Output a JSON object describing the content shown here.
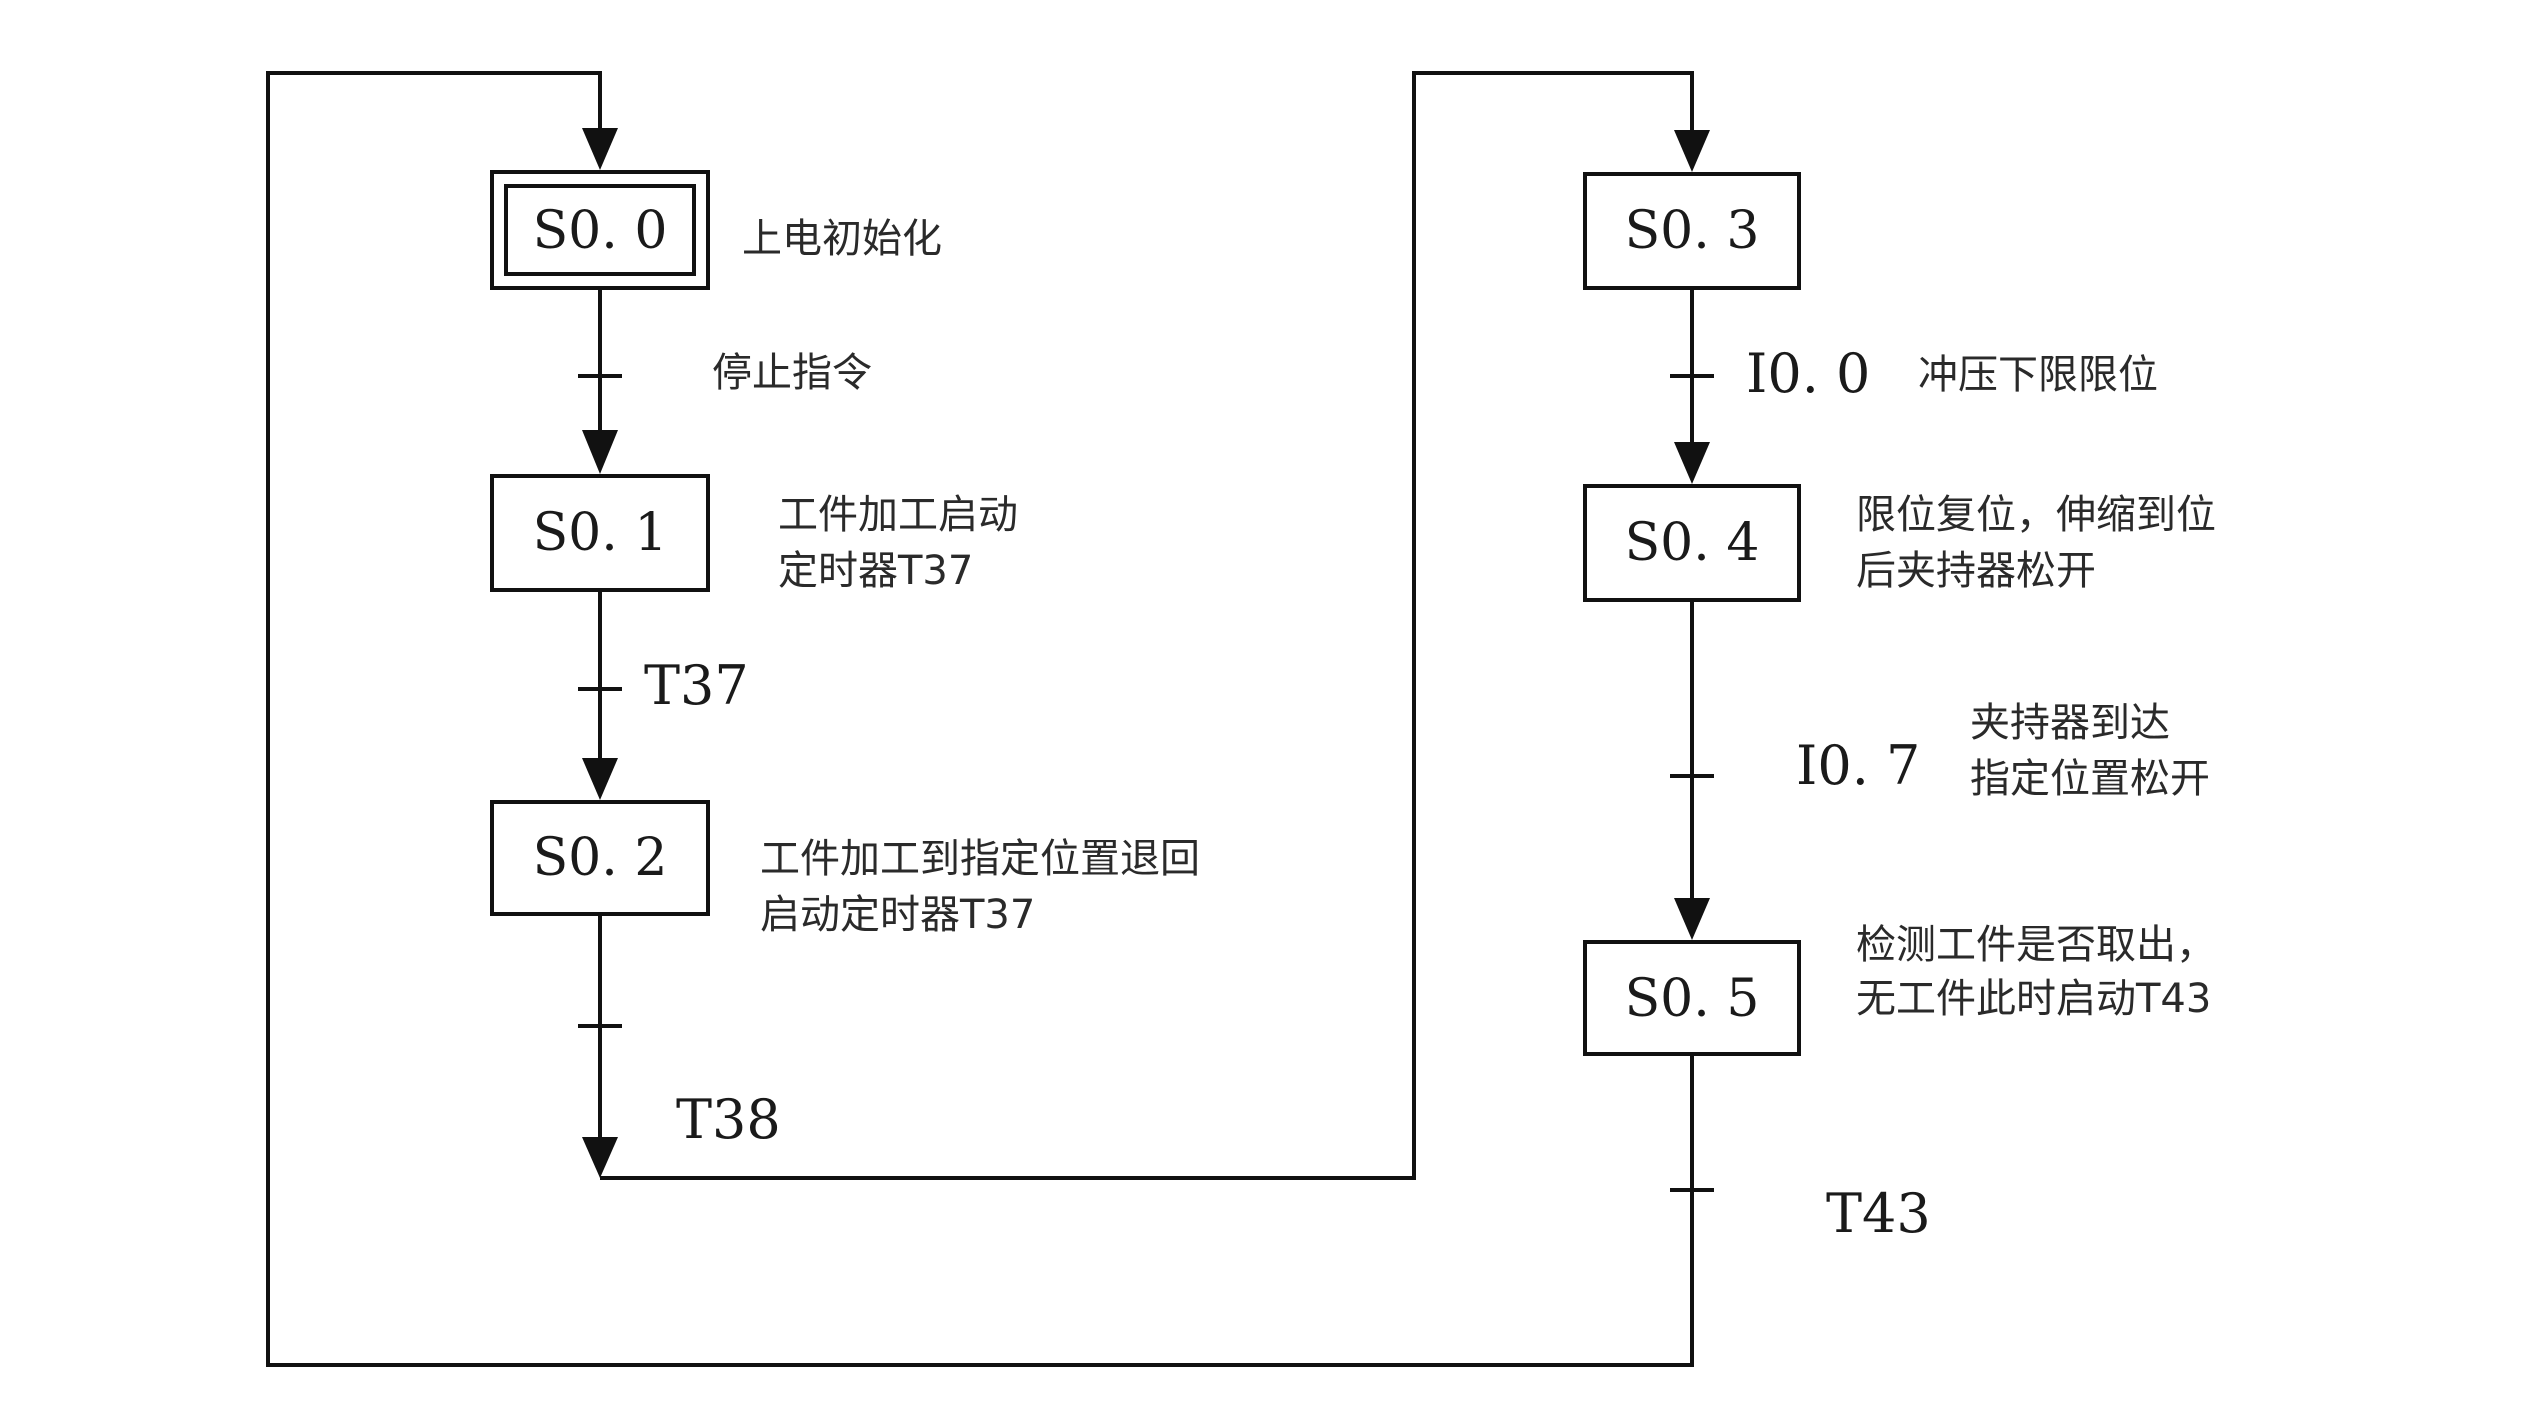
{
  "steps": {
    "s00": "S0. 0",
    "s01": "S0. 1",
    "s02": "S0. 2",
    "s03": "S0. 3",
    "s04": "S0. 4",
    "s05": "S0. 5"
  },
  "actions": {
    "s00": [
      "上电初始化"
    ],
    "s01": [
      "工件加工启动",
      "定时器T37"
    ],
    "s02": [
      "工件加工到指定位置退回",
      "启动定时器T37"
    ],
    "s03": [],
    "s04": [
      "限位复位，伸缩到位",
      "后夹持器松开"
    ],
    "s05": [
      "检测工件是否取出，",
      "无工件此时启动T43"
    ]
  },
  "transitions": {
    "t01": {
      "label": "",
      "note": [
        "停止指令"
      ]
    },
    "t12": {
      "label": "T37",
      "note": []
    },
    "t2x": {
      "label": "T38",
      "note": []
    },
    "t34": {
      "label": "I0. 0",
      "note": [
        "冲压下限限位"
      ]
    },
    "t45": {
      "label": "I0. 7",
      "note": [
        "夹持器到达",
        "指定位置松开"
      ]
    },
    "t5x": {
      "label": "T43",
      "note": []
    }
  }
}
